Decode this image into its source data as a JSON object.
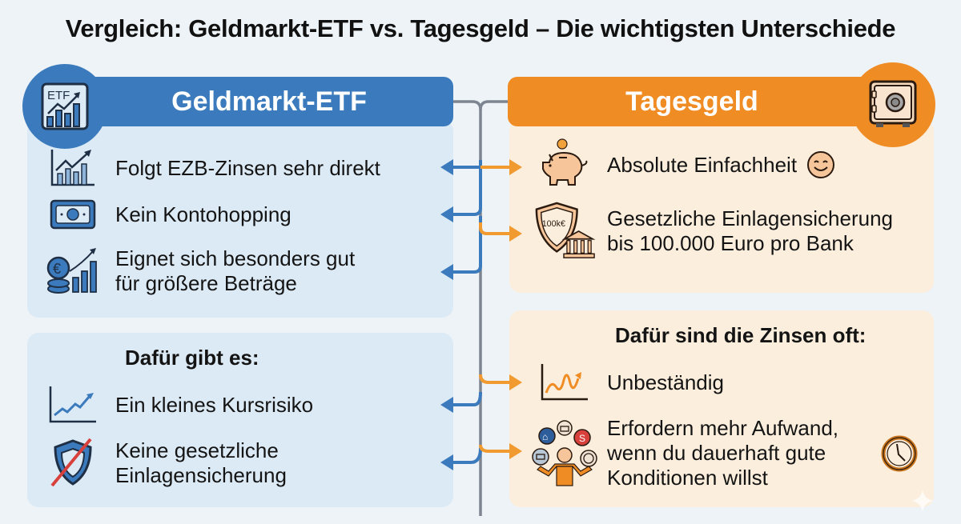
{
  "title": "Vergleich: Geldmarkt-ETF vs. Tagesgeld – Die wichtigsten Unterschiede",
  "colors": {
    "etf_blue": "#3b7bbd",
    "etf_panel": "#dceaf5",
    "tagesgeld_orange": "#f08c24",
    "tagesgeld_panel": "#fbeedd",
    "connector_gray": "#7d8590",
    "background": "#eef3f7"
  },
  "etf": {
    "header": "Geldmarkt-ETF",
    "header_icon": "etf-chart-icon",
    "advantages": [
      {
        "icon": "rising-chart-icon",
        "text": "Folgt EZB-Zinsen sehr direkt"
      },
      {
        "icon": "banknote-icon",
        "text": "Kein Kontohopping"
      },
      {
        "icon": "euro-coins-growth-icon",
        "text_line1": "Eignet sich besonders gut",
        "text_line2": "für größere Beträge"
      }
    ],
    "drawbacks_heading": "Dafür gibt es:",
    "drawbacks": [
      {
        "icon": "line-chart-icon",
        "text": "Ein kleines Kursrisiko"
      },
      {
        "icon": "crossed-shield-icon",
        "text_line1": "Keine gesetzliche",
        "text_line2": "Einlagensicherung"
      }
    ]
  },
  "tagesgeld": {
    "header": "Tagesgeld",
    "header_icon": "safe-icon",
    "advantages": [
      {
        "icon": "piggy-bank-icon",
        "text": "Absolute Einfachheit",
        "trailing_icon": "smiley-icon"
      },
      {
        "icon": "shield-bank-icon",
        "badge": "100k€",
        "text_line1": "Gesetzliche Einlagensicherung",
        "text_line2": "bis 100.000 Euro pro Bank"
      }
    ],
    "drawbacks_heading": "Dafür sind die Zinsen oft:",
    "drawbacks": [
      {
        "icon": "volatile-chart-icon",
        "text": "Unbeständig"
      },
      {
        "icon": "juggling-banks-icon",
        "text_line1": "Erfordern mehr Aufwand,",
        "text_line2": "wenn du dauerhaft gute",
        "text_line3": "Konditionen willst",
        "trailing_icon": "clock-icon"
      }
    ]
  }
}
